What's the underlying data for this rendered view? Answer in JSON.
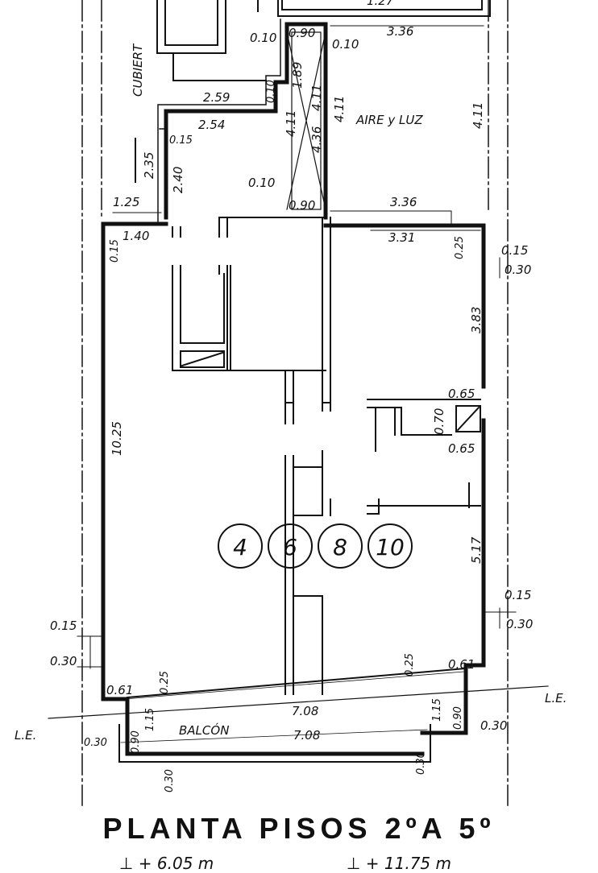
{
  "plan": {
    "title": "PLANTA PISOS 2ºA 5º",
    "level_left": "⊥ + 6.05 m",
    "level_right": "⊥ + 11.75 m",
    "labels": {
      "cubierta": "CUBIERT",
      "aire_luz": "AIRE y LUZ",
      "balcon": "BALCÓN",
      "le_left": "L.E.",
      "le_right": "L.E."
    },
    "unit_numbers": [
      "4",
      "6",
      "8",
      "10"
    ],
    "dimensions": {
      "d_top_clip": "1.27",
      "d_0_90_top": "0.90",
      "d_0_10_a": "0.10",
      "d_0_10_b": "0.10",
      "d_3_36_top": "3.36",
      "d_1_89": "1.89",
      "d_4_11_a": "4.11",
      "d_4_11_b": "4.11",
      "d_4_11_c": "4.11",
      "d_4_11_d": "4.11",
      "d_4_36": "4.36",
      "d_0_10_c": "0.10",
      "d_2_59": "2.59",
      "d_2_54": "2.54",
      "d_0_15_a": "0.15",
      "d_2_35": "2.35",
      "d_2_40": "2.40",
      "d_0_10_d": "0.10",
      "d_0_90_mid": "0.90",
      "d_1_25": "1.25",
      "d_3_36_mid": "3.36",
      "d_3_31": "3.31",
      "d_0_25_a": "0.25",
      "d_0_15_b": "0.15",
      "d_0_30_a": "0.30",
      "d_0_15_c": "0.15",
      "d_1_40": "1.40",
      "d_3_83": "3.83",
      "d_10_25": "10.25",
      "d_0_65_a": "0.65",
      "d_0_70": "0.70",
      "d_0_65_b": "0.65",
      "d_5_17": "5.17",
      "d_0_15_d": "0.15",
      "d_0_30_b": "0.30",
      "d_0_15_e": "0.15",
      "d_0_30_c": "0.30",
      "d_0_25_b": "0.25",
      "d_0_61_a": "0.61",
      "d_0_61_b": "0.61",
      "d_0_25_c": "0.25",
      "d_1_15_a": "1.15",
      "d_1_15_b": "1.15",
      "d_0_90_a": "0.90",
      "d_0_90_b": "0.90",
      "d_7_08_a": "7.08",
      "d_7_08_b": "7.08",
      "d_0_30_d": "0.30",
      "d_0_30_e": "0.30",
      "d_0_30_f": "0.30",
      "d_0_30_g": "0.30"
    }
  }
}
